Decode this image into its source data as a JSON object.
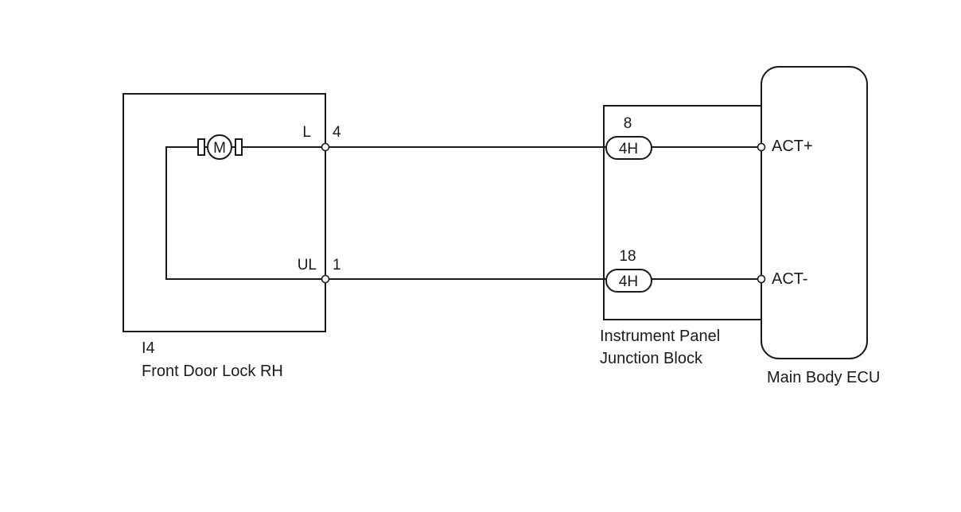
{
  "door_lock": {
    "connector_code": "I4",
    "name": "Front Door Lock RH",
    "motor_symbol": "M",
    "pins": [
      {
        "label": "L",
        "number": "4"
      },
      {
        "label": "UL",
        "number": "1"
      }
    ]
  },
  "junction_block": {
    "name_line1": "Instrument Panel",
    "name_line2": "Junction Block",
    "connectors": [
      {
        "pin": "8",
        "code": "4H"
      },
      {
        "pin": "18",
        "code": "4H"
      }
    ]
  },
  "ecu": {
    "name": "Main Body ECU",
    "terminals": [
      "ACT+",
      "ACT-"
    ]
  },
  "colors": {
    "line": "#1a1a1a",
    "background": "#ffffff"
  }
}
